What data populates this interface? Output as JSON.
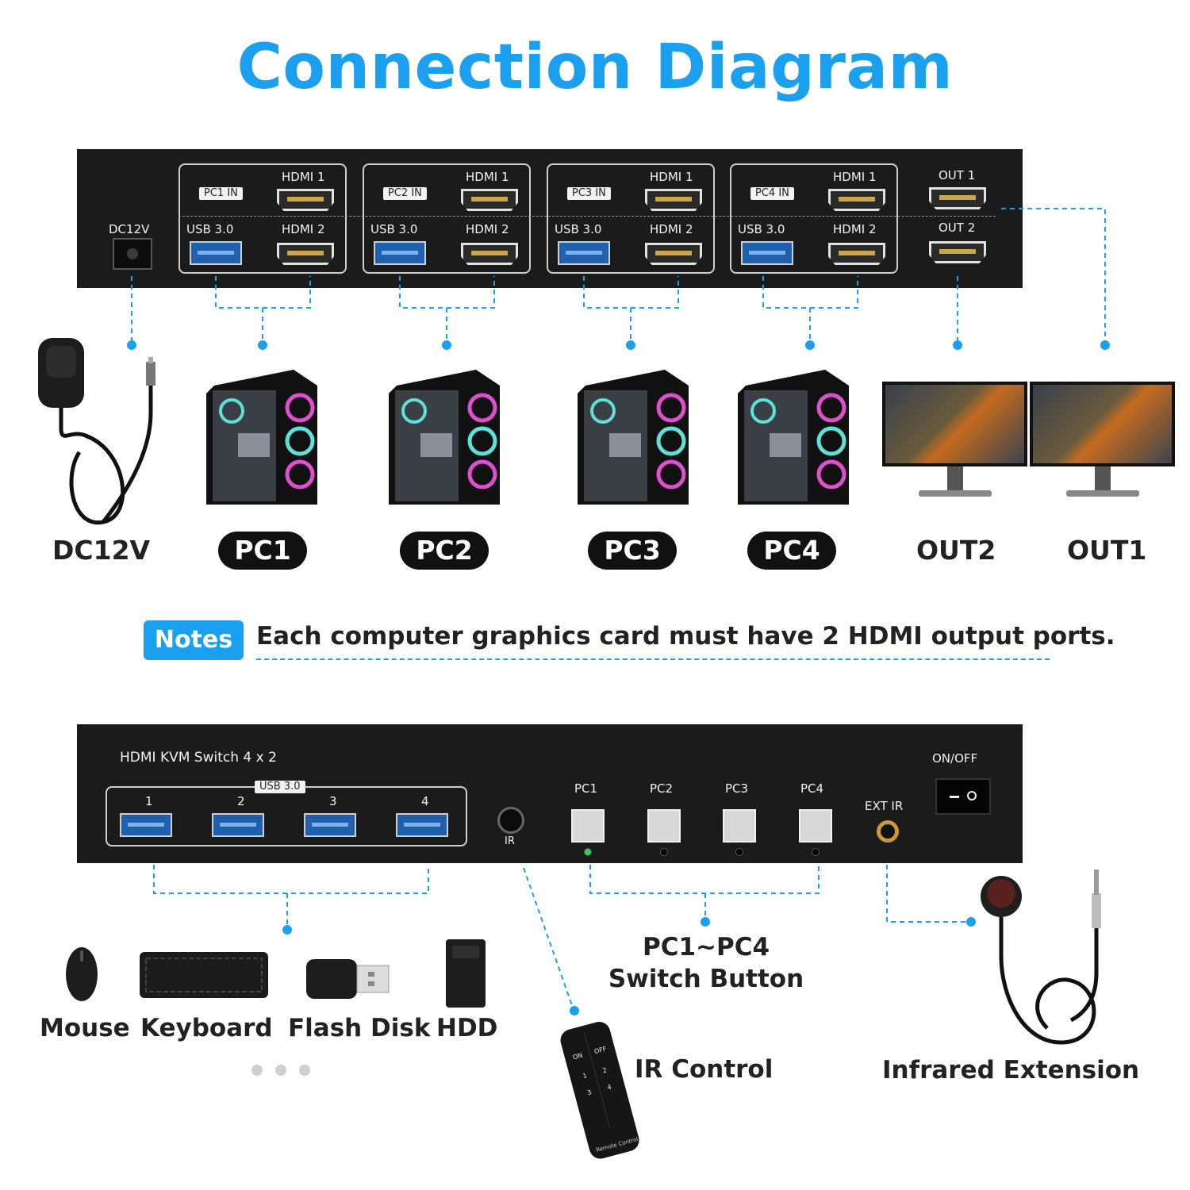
{
  "title": "Connection Diagram",
  "top_panel": {
    "dc_label": "DC12V",
    "groups": [
      {
        "in_label": "PC1 IN",
        "hdmi1": "HDMI 1",
        "hdmi2": "HDMI 2",
        "usb": "USB 3.0"
      },
      {
        "in_label": "PC2 IN",
        "hdmi1": "HDMI 1",
        "hdmi2": "HDMI 2",
        "usb": "USB 3.0"
      },
      {
        "in_label": "PC3 IN",
        "hdmi1": "HDMI 1",
        "hdmi2": "HDMI 2",
        "usb": "USB 3.0"
      },
      {
        "in_label": "PC4 IN",
        "hdmi1": "HDMI 1",
        "hdmi2": "HDMI 2",
        "usb": "USB 3.0"
      }
    ],
    "out1": "OUT 1",
    "out2": "OUT 2"
  },
  "devices": {
    "power": "DC12V",
    "pcs": [
      "PC1",
      "PC2",
      "PC3",
      "PC4"
    ],
    "out2": "OUT2",
    "out1": "OUT1"
  },
  "notes": {
    "badge": "Notes",
    "text": "Each computer graphics card must have 2 HDMI output ports."
  },
  "bottom_panel": {
    "model": "HDMI KVM Switch 4 x 2",
    "usb_group_label": "USB 3.0",
    "usb_ports": [
      "1",
      "2",
      "3",
      "4"
    ],
    "ir_label": "IR",
    "pc_buttons": [
      "PC1",
      "PC2",
      "PC3",
      "PC4"
    ],
    "active_pc": "PC1",
    "ext_ir_label": "EXT IR",
    "power_label": "ON/OFF"
  },
  "peripherals": [
    "Mouse",
    "Keyboard",
    "Flash Disk",
    "HDD"
  ],
  "switch_caption": {
    "line1": "PC1~PC4",
    "line2": "Switch Button"
  },
  "ir_control_label": "IR Control",
  "infrared_label": "Infrared Extension",
  "remote_labels": {
    "on": "ON",
    "off": "OFF",
    "b1": "1",
    "b2": "2",
    "b3": "3",
    "b4": "4",
    "brand": "Remote Control"
  },
  "colors": {
    "accent": "#1aa0ef",
    "panel": "#1b1b1b",
    "hdmi_gold": "#c9a64a",
    "usb_blue": "#1e5fae",
    "led_on": "#2fd14f"
  }
}
